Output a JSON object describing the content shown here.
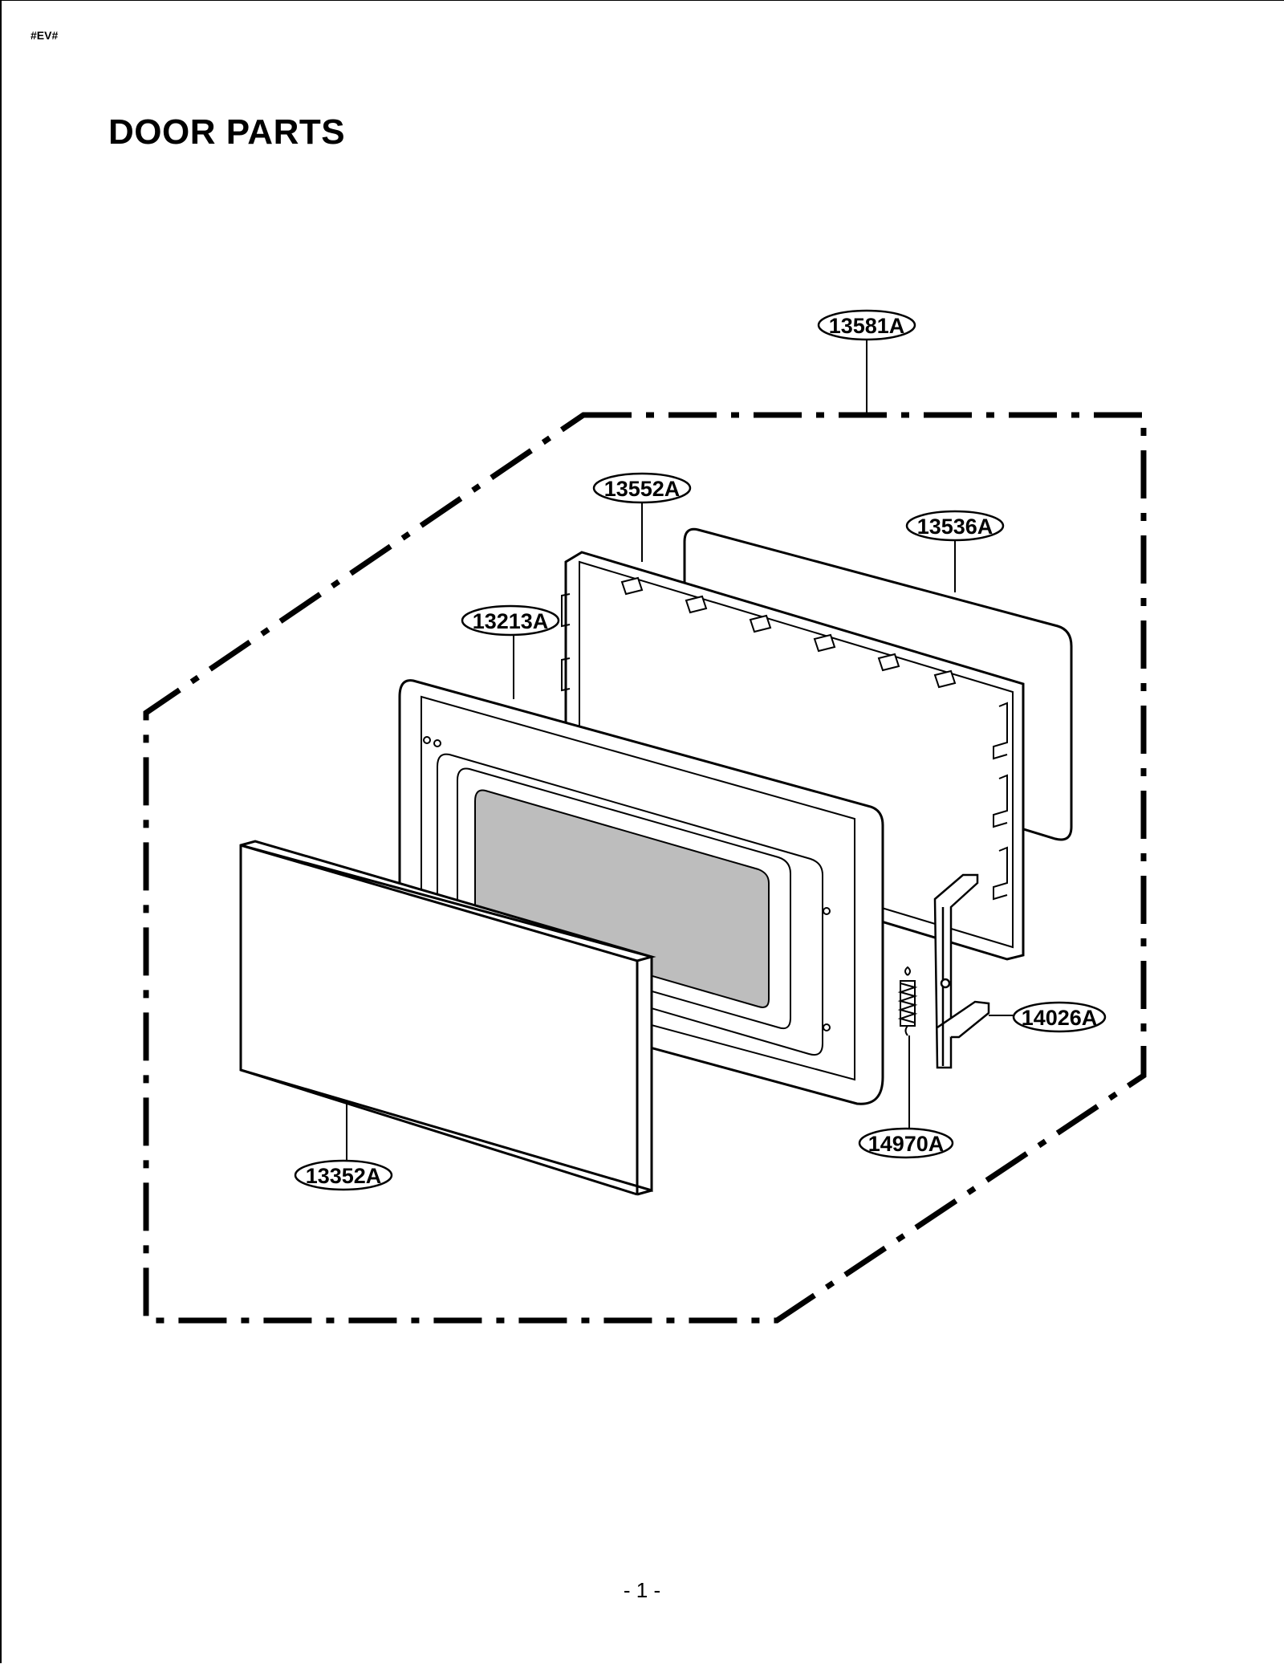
{
  "header": {
    "code": "#EV#",
    "title": "DOOR PARTS"
  },
  "diagram": {
    "parts": [
      {
        "id": "13581A"
      },
      {
        "id": "13552A"
      },
      {
        "id": "13536A"
      },
      {
        "id": "13213A"
      },
      {
        "id": "13352A"
      },
      {
        "id": "14026A"
      },
      {
        "id": "14970A"
      }
    ]
  },
  "footer": {
    "page_number": "- 1 -"
  }
}
